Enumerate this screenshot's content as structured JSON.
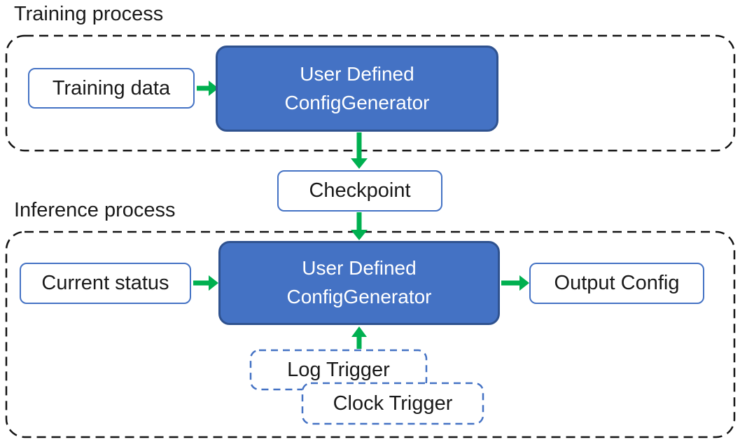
{
  "sections": {
    "training": {
      "label": "Training process"
    },
    "inference": {
      "label": "Inference process"
    }
  },
  "nodes": {
    "training_data": {
      "label": "Training data"
    },
    "training_generator": {
      "label": "User Defined\nConfigGenerator"
    },
    "checkpoint": {
      "label": "Checkpoint"
    },
    "current_status": {
      "label": "Current status"
    },
    "inference_generator": {
      "label": "User Defined\nConfigGenerator"
    },
    "output_config": {
      "label": "Output Config"
    },
    "log_trigger": {
      "label": "Log Trigger"
    },
    "clock_trigger": {
      "label": "Clock Trigger"
    }
  },
  "edges": [
    {
      "from": "training_data",
      "to": "training_generator"
    },
    {
      "from": "training_generator",
      "to": "checkpoint"
    },
    {
      "from": "checkpoint",
      "to": "inference_generator"
    },
    {
      "from": "current_status",
      "to": "inference_generator"
    },
    {
      "from": "inference_generator",
      "to": "output_config"
    },
    {
      "from": "log_trigger",
      "to": "inference_generator"
    }
  ],
  "colors": {
    "node_fill": "#4472C4",
    "node_border": "#2F528F",
    "light_box_border": "#4472C4",
    "arrow_green": "#00B050",
    "container_dash": "#141414"
  }
}
